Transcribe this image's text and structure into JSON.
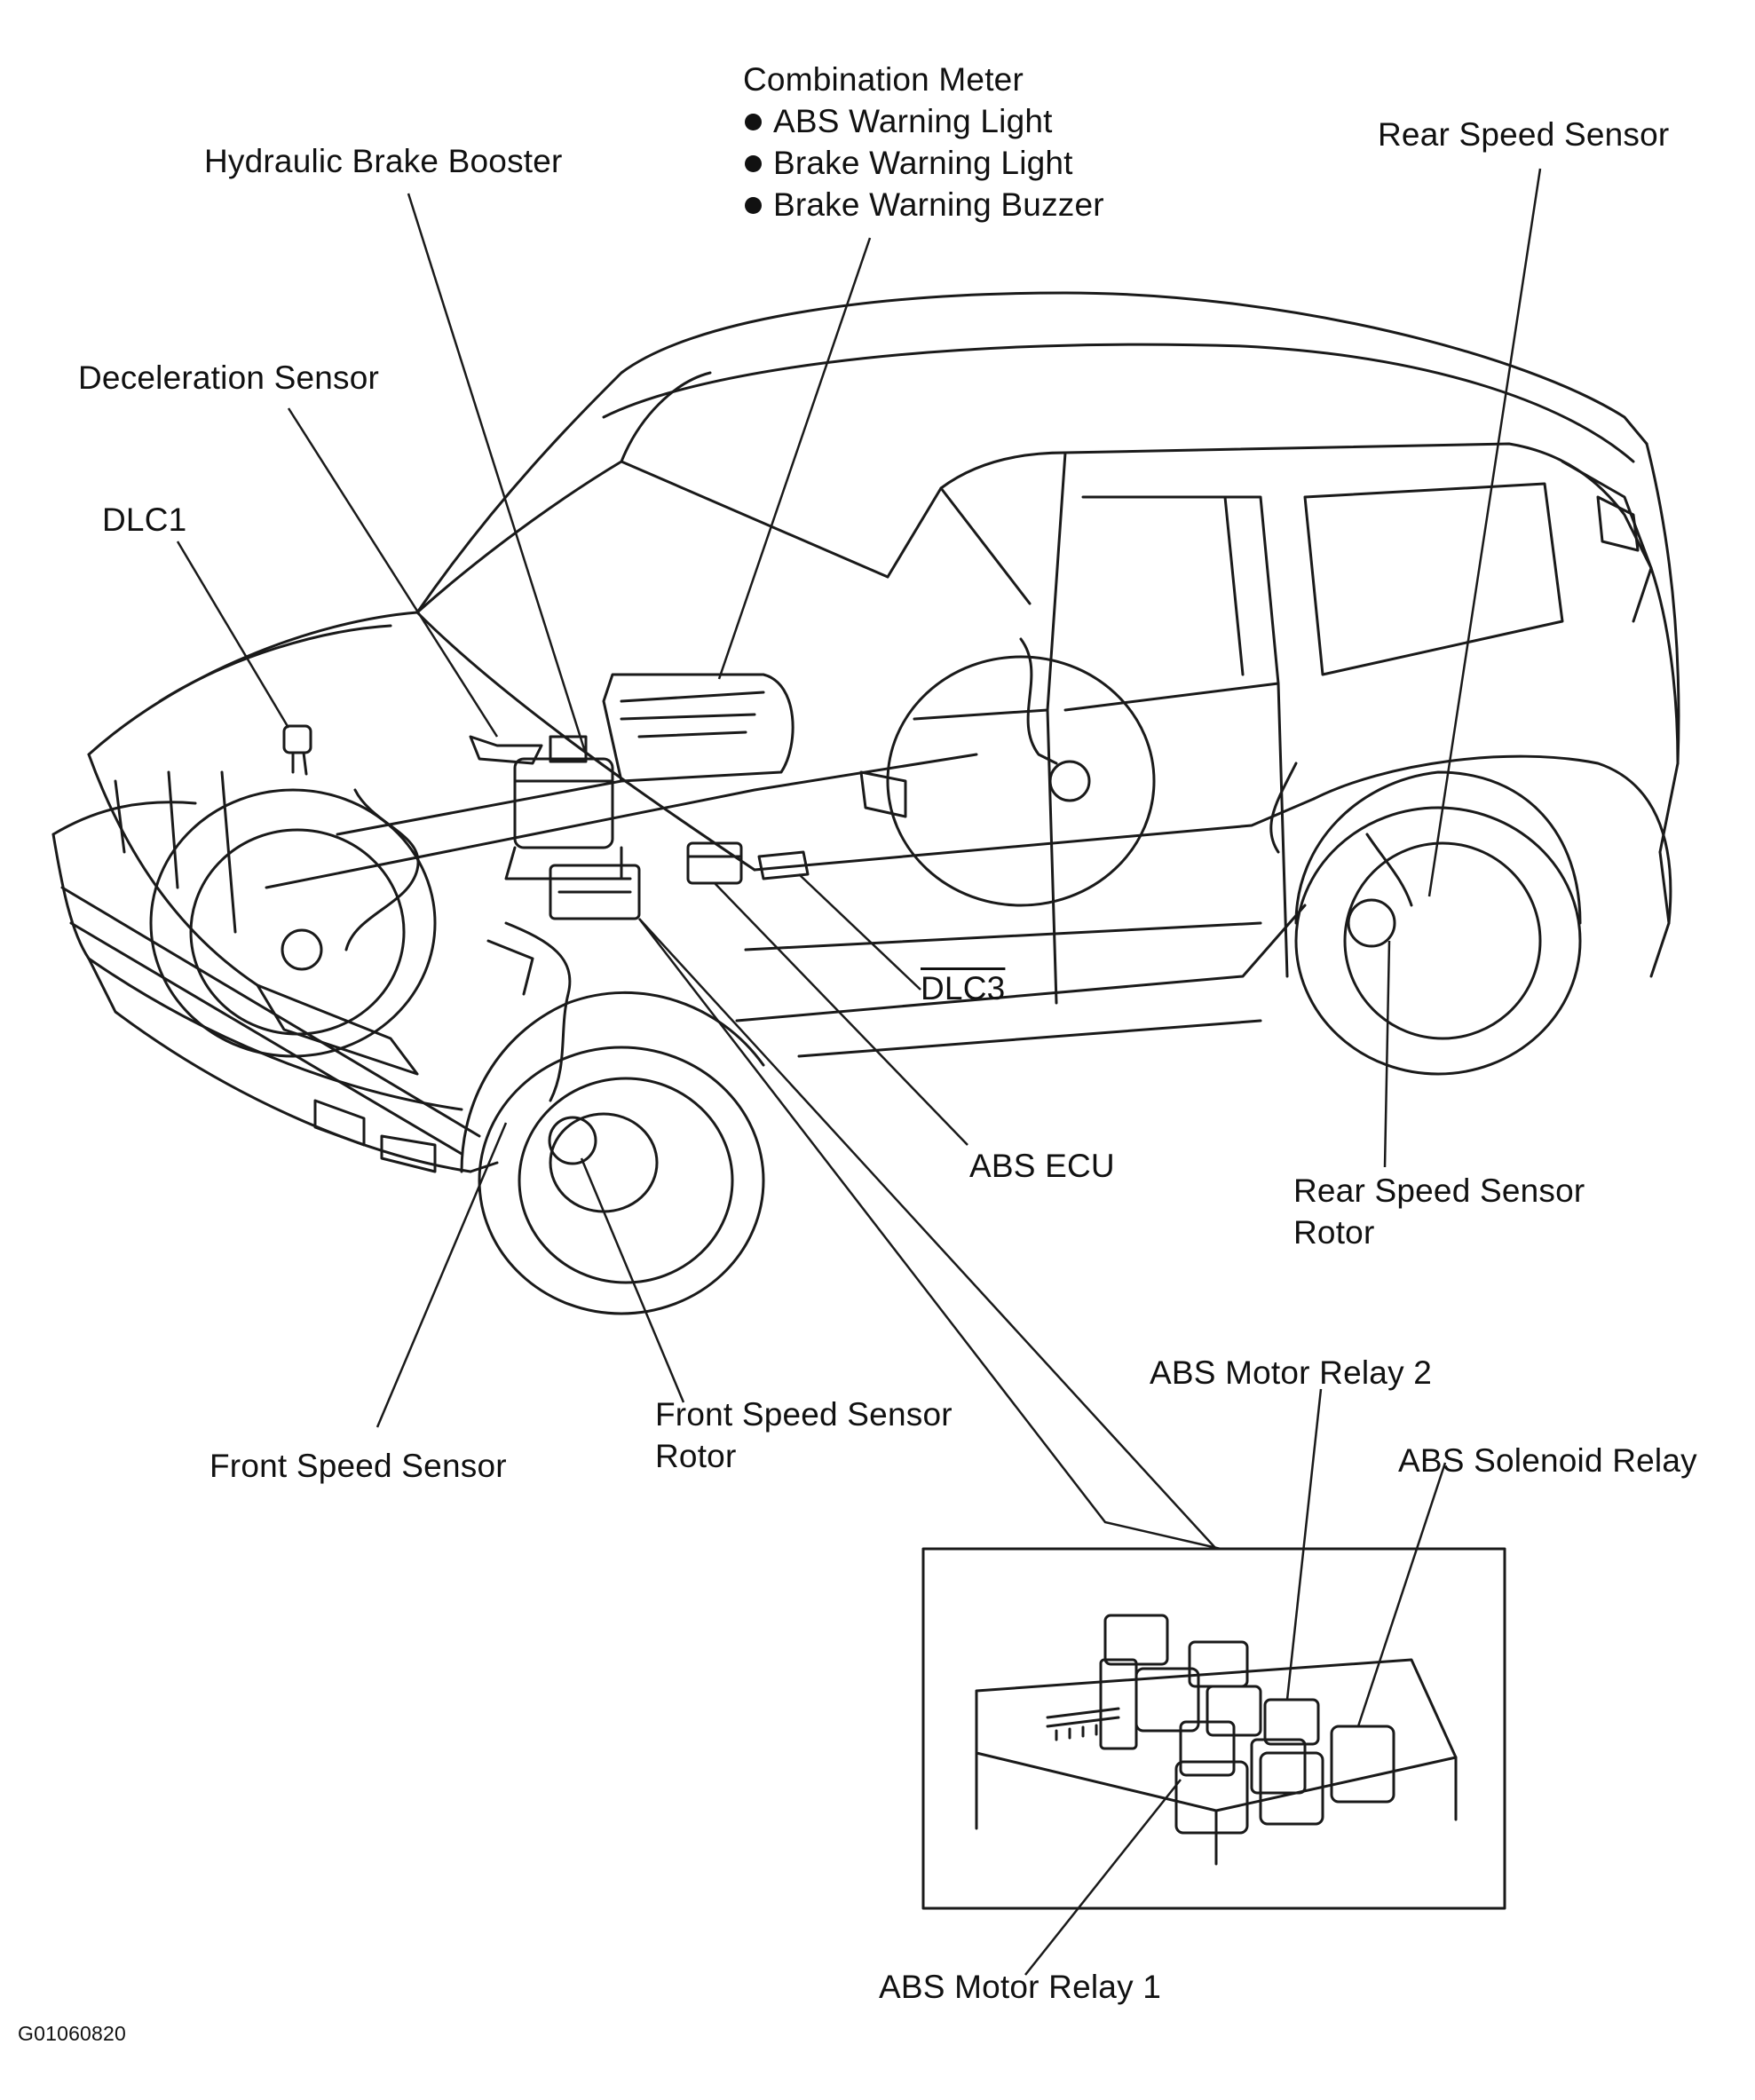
{
  "labels": {
    "combination_meter": "Combination Meter",
    "combination_meter_items": [
      "ABS Warning Light",
      "Brake Warning Light",
      "Brake Warning Buzzer"
    ],
    "hydraulic_brake_booster": "Hydraulic Brake Booster",
    "rear_speed_sensor": "Rear Speed Sensor",
    "deceleration_sensor": "Deceleration Sensor",
    "dlc1": "DLC1",
    "dlc3": "DLC3",
    "abs_ecu": "ABS ECU",
    "rear_speed_sensor_rotor_line1": "Rear Speed Sensor",
    "rear_speed_sensor_rotor_line2": "Rotor",
    "abs_motor_relay_2": "ABS Motor Relay 2",
    "abs_solenoid_relay": "ABS Solenoid Relay",
    "front_speed_sensor_rotor_line1": "Front Speed Sensor",
    "front_speed_sensor_rotor_line2": "Rotor",
    "front_speed_sensor": "Front Speed Sensor",
    "abs_motor_relay_1": "ABS Motor Relay 1",
    "figure_code": "G01060820"
  },
  "colors": {
    "ink": "#111111",
    "paper": "#ffffff"
  }
}
